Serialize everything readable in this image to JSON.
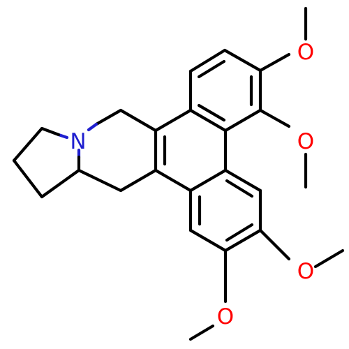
{
  "molecule": {
    "atom_labels": {
      "nitrogen": "N",
      "oxygen_1": "O",
      "oxygen_2": "O",
      "oxygen_3": "O",
      "oxygen_4": "O"
    },
    "colors": {
      "bond": "#000000",
      "nitrogen": "#1f1fcf",
      "oxygen": "#ff0000",
      "background": "#ffffff"
    }
  }
}
